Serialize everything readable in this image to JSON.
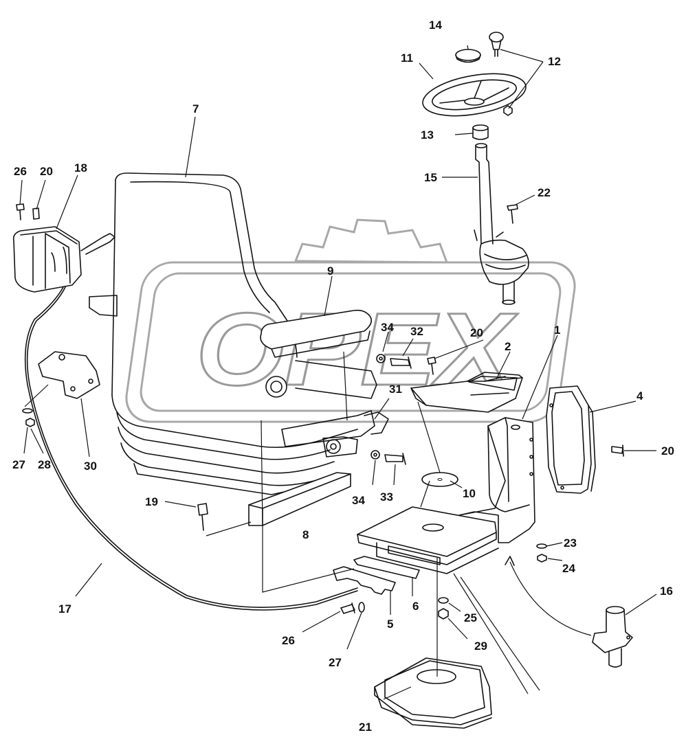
{
  "watermark": {
    "text": "OPEX"
  },
  "callouts": {
    "c1": "1",
    "c2": "2",
    "c4": "4",
    "c5": "5",
    "c6": "6",
    "c7": "7",
    "c8": "8",
    "c9": "9",
    "c10": "10",
    "c11": "11",
    "c12": "12",
    "c13": "13",
    "c14": "14",
    "c15": "15",
    "c16": "16",
    "c17": "17",
    "c18": "18",
    "c19": "19",
    "c20a": "20",
    "c20b": "20",
    "c20c": "20",
    "c21": "21",
    "c22": "22",
    "c23": "23",
    "c24": "24",
    "c25": "25",
    "c26a": "26",
    "c26b": "26",
    "c27a": "27",
    "c27b": "27",
    "c28": "28",
    "c29": "29",
    "c30": "30",
    "c31": "31",
    "c32": "32",
    "c33": "33",
    "c34a": "34",
    "c34b": "34"
  }
}
